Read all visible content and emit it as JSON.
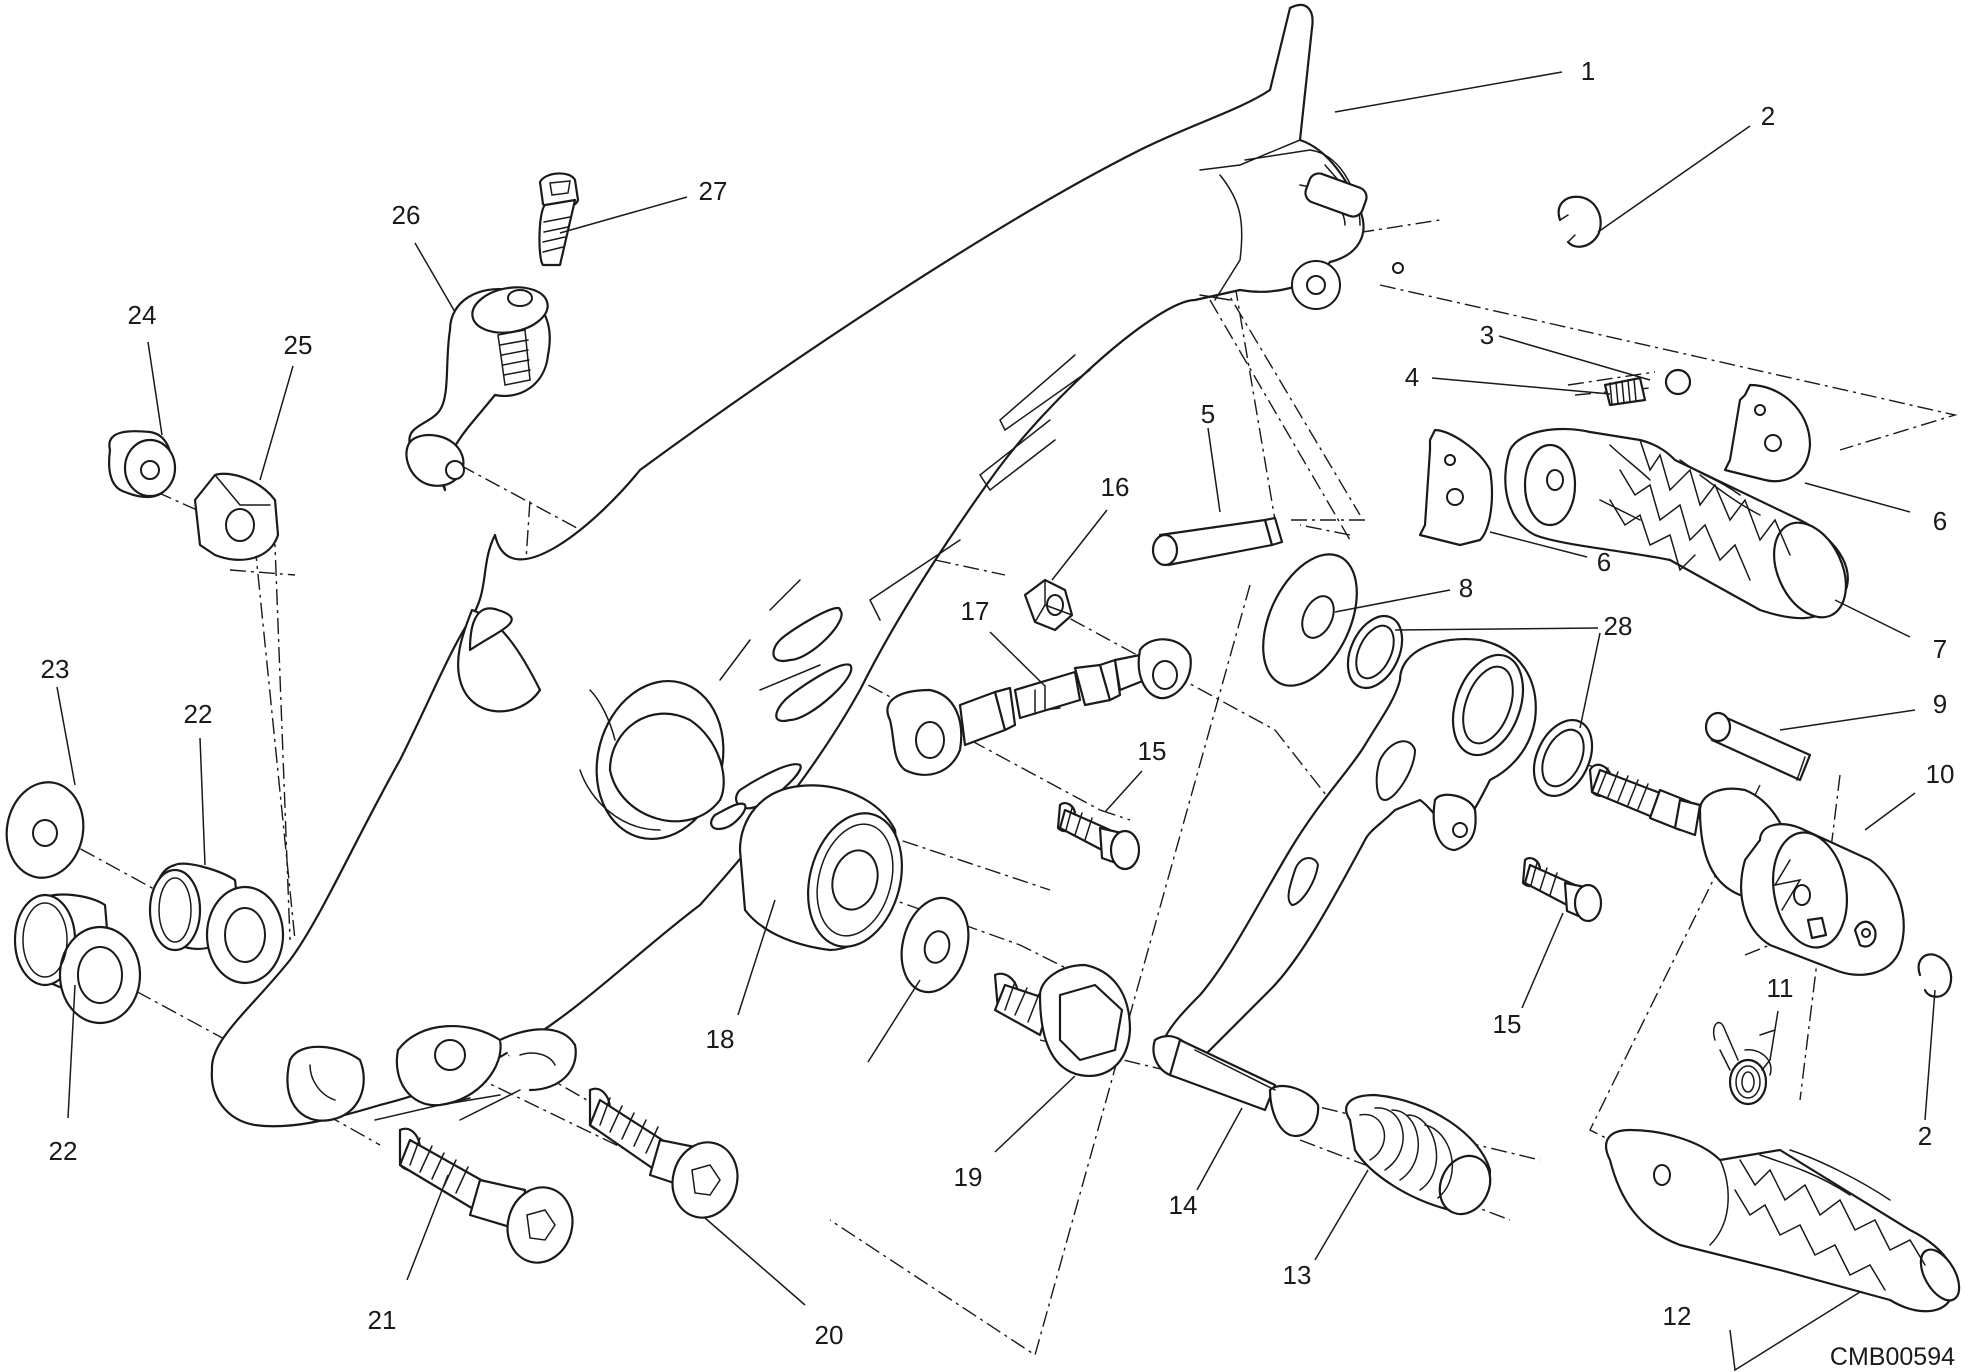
{
  "diagram": {
    "drawing_code": "CMB00594",
    "callouts": [
      {
        "id": "callout-1",
        "text": "1"
      },
      {
        "id": "callout-2-top",
        "text": "2"
      },
      {
        "id": "callout-3",
        "text": "3"
      },
      {
        "id": "callout-4",
        "text": "4"
      },
      {
        "id": "callout-5",
        "text": "5"
      },
      {
        "id": "callout-6-right",
        "text": "6"
      },
      {
        "id": "callout-6-left",
        "text": "6"
      },
      {
        "id": "callout-7",
        "text": "7"
      },
      {
        "id": "callout-8",
        "text": "8"
      },
      {
        "id": "callout-28",
        "text": "28"
      },
      {
        "id": "callout-9",
        "text": "9"
      },
      {
        "id": "callout-10",
        "text": "10"
      },
      {
        "id": "callout-11",
        "text": "11"
      },
      {
        "id": "callout-2-bottom",
        "text": "2"
      },
      {
        "id": "callout-12",
        "text": "12"
      },
      {
        "id": "callout-13",
        "text": "13"
      },
      {
        "id": "callout-14",
        "text": "14"
      },
      {
        "id": "callout-15-right",
        "text": "15"
      },
      {
        "id": "callout-15-left",
        "text": "15"
      },
      {
        "id": "callout-16",
        "text": "16"
      },
      {
        "id": "callout-17",
        "text": "17"
      },
      {
        "id": "callout-18",
        "text": "18"
      },
      {
        "id": "callout-19",
        "text": "19"
      },
      {
        "id": "callout-20",
        "text": "20"
      },
      {
        "id": "callout-21",
        "text": "21"
      },
      {
        "id": "callout-22-top",
        "text": "22"
      },
      {
        "id": "callout-22-bottom",
        "text": "22"
      },
      {
        "id": "callout-23",
        "text": "23"
      },
      {
        "id": "callout-24",
        "text": "24"
      },
      {
        "id": "callout-25",
        "text": "25"
      },
      {
        "id": "callout-26",
        "text": "26"
      },
      {
        "id": "callout-27",
        "text": "27"
      }
    ]
  }
}
